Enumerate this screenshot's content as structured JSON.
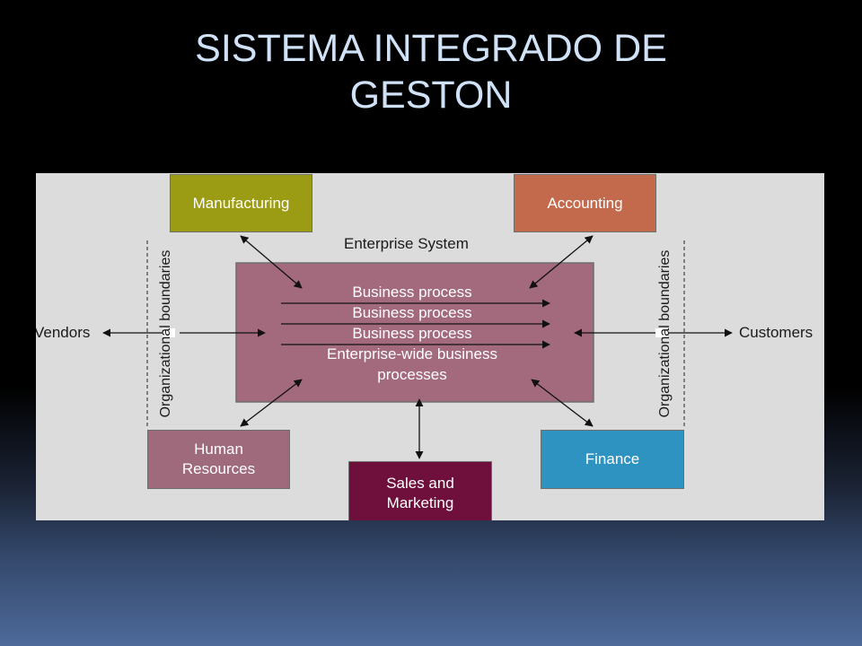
{
  "slide": {
    "title_line1": "SISTEMA INTEGRADO DE",
    "title_line2": "GESTON"
  },
  "diagram": {
    "enterprise_system_label": "Enterprise System",
    "core_lines": [
      "Business process",
      "Business process",
      "Business process",
      "Enterprise-wide business",
      "processes"
    ],
    "departments": {
      "manufacturing": "Manufacturing",
      "accounting": "Accounting",
      "human_resources_line1": "Human",
      "human_resources_line2": "Resources",
      "sales_line1": "Sales and",
      "sales_line2": "Marketing",
      "finance": "Finance"
    },
    "external": {
      "vendors": "Vendors",
      "customers": "Customers"
    },
    "boundary_label": "Organizational boundaries",
    "colors": {
      "manufacturing": "#9c9c14",
      "accounting": "#c46a4c",
      "human_resources": "#9e6a7c",
      "sales": "#6e0f3c",
      "finance": "#2f93c2",
      "core": "#a26a7c",
      "background": "#dcdcdc"
    }
  }
}
